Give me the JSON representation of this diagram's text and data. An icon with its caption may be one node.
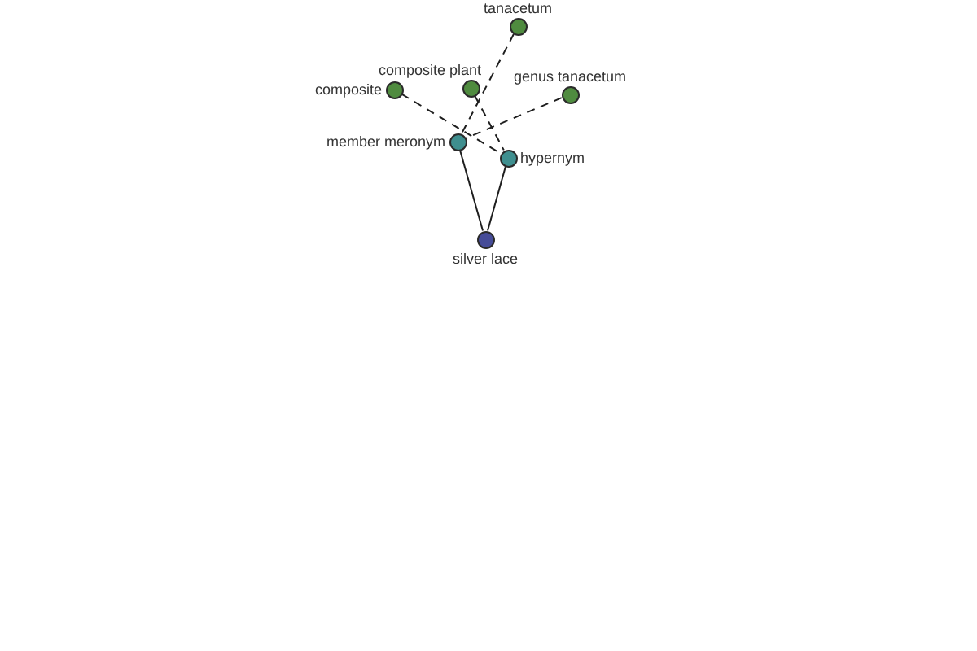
{
  "diagram": {
    "nodes": [
      {
        "text": [
          "tanacetum"
        ]
      },
      {
        "text": [
          "composite"
        ]
      },
      {
        "text": [
          "composite plant"
        ]
      },
      {
        "text": [
          "genus tanacetum"
        ]
      },
      {
        "text": [
          "member meronym"
        ]
      },
      {
        "text": [
          "hypernym"
        ]
      },
      {
        "text": [
          "silver lace"
        ]
      }
    ],
    "edges": [
      {
        "from": 0,
        "to": 4,
        "arrow": "none",
        "style": "dashed"
      },
      {
        "from": 1,
        "to": 5,
        "arrow": "none",
        "style": "dashed"
      },
      {
        "from": 2,
        "to": 5,
        "arrow": "none",
        "style": "dashed"
      },
      {
        "from": 3,
        "to": 4,
        "arrow": "none",
        "style": "dashed"
      },
      {
        "from": 4,
        "to": 6,
        "arrow": "none"
      },
      {
        "from": 5,
        "to": 6,
        "arrow": "none"
      }
    ]
  }
}
